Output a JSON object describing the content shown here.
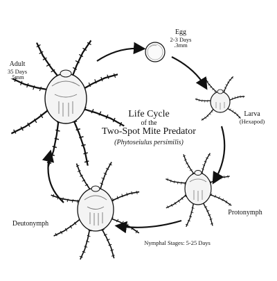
{
  "title": {
    "line1": "Life Cycle",
    "line2": "of the",
    "line3": "Two-Spot Mite Predator",
    "scientific_name": "(Phytoseiulus persimilis)"
  },
  "stages": {
    "egg": {
      "name": "Egg",
      "duration": "2-3 Days",
      "size": ".3mm"
    },
    "larva": {
      "name": "Larva",
      "note": "(Hexapod)"
    },
    "protonymph": {
      "name": "Protonymph"
    },
    "deutonymph": {
      "name": "Deutonymph"
    },
    "adult": {
      "name": "Adult",
      "duration": "35 Days",
      "size": ".5mm"
    }
  },
  "nymphal_note": "Nymphal Stages: 5-25 Days",
  "colors": {
    "ink": "#111111",
    "body_fill": "#f4f4f4"
  }
}
